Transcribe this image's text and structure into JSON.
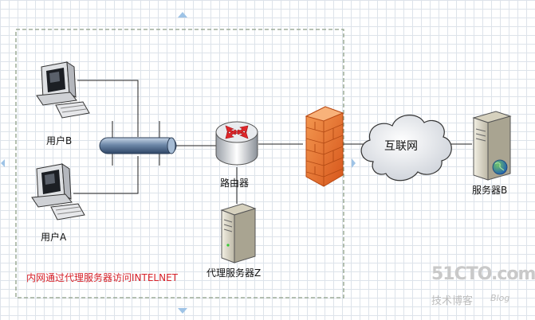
{
  "labels": {
    "user_b": "用户B",
    "user_a": "用户A",
    "router": "路由器",
    "proxy_server": "代理服务器Z",
    "server_b": "服务器B",
    "internet": "互联网",
    "caption": "内网通过代理服务器访问INTELNET"
  },
  "watermark": {
    "logo": "51CTO.com",
    "subtitle": "技术博客",
    "blog": "Blog"
  },
  "icons": [
    "pc-icon",
    "hub-bus-icon",
    "router-icon",
    "firewall-icon",
    "cloud-icon",
    "server-icon",
    "globe-icon"
  ],
  "colors": {
    "caption": "#d8222a",
    "firewall": "#e8722a",
    "hub": "#6d88a8",
    "grid": "#dde3ea",
    "boundary": "#8d9e86"
  }
}
